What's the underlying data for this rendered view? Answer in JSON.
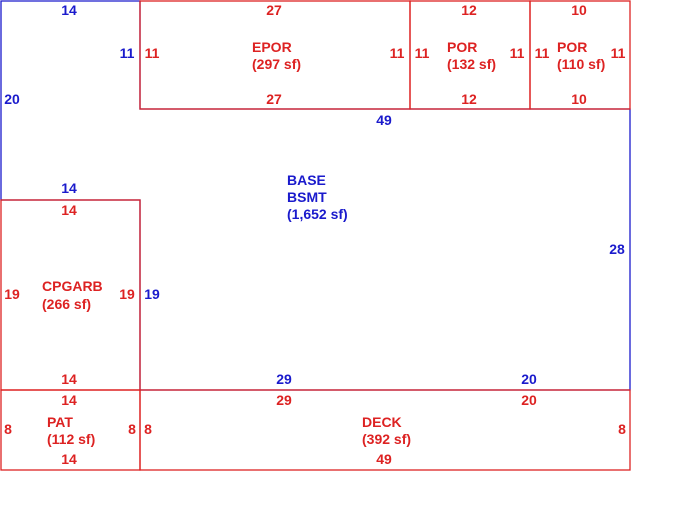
{
  "areas": {
    "base": {
      "name": "BASE",
      "name2": "BSMT",
      "area": "(1,652 sf)",
      "color": "#1a1acc"
    },
    "epor": {
      "name": "EPOR",
      "area": "(297 sf)",
      "color": "#dd2222"
    },
    "por1": {
      "name": "POR",
      "area": "(132 sf)",
      "color": "#dd2222"
    },
    "por2": {
      "name": "POR",
      "area": "(110 sf)",
      "color": "#dd2222"
    },
    "cpgarb": {
      "name": "CPGARB",
      "area": "(266 sf)",
      "color": "#dd2222"
    },
    "pat": {
      "name": "PAT",
      "area": "(112 sf)",
      "color": "#dd2222"
    },
    "deck": {
      "name": "DECK",
      "area": "(392 sf)",
      "color": "#dd2222"
    }
  },
  "dims": {
    "base": {
      "top_left": "14",
      "left_top": "11",
      "left": "20",
      "top_mid": "49",
      "cp_top": "14",
      "cp_right": "19",
      "right": "28",
      "bottom_left": "29",
      "bottom_right": "20"
    },
    "epor": {
      "top": "27",
      "left": "11",
      "right": "11",
      "bottom": "27"
    },
    "por1": {
      "top": "12",
      "left": "11",
      "right": "11",
      "bottom": "12"
    },
    "por2": {
      "top": "10",
      "left": "11",
      "right": "11",
      "bottom": "10"
    },
    "cpgarb": {
      "top": "14",
      "left": "19",
      "right": "19",
      "bottom": "14"
    },
    "pat": {
      "top": "14",
      "left": "8",
      "right": "8",
      "bottom": "14"
    },
    "deck": {
      "top_left": "29",
      "top_right": "20",
      "left": "8",
      "right": "8",
      "bottom": "49"
    }
  }
}
